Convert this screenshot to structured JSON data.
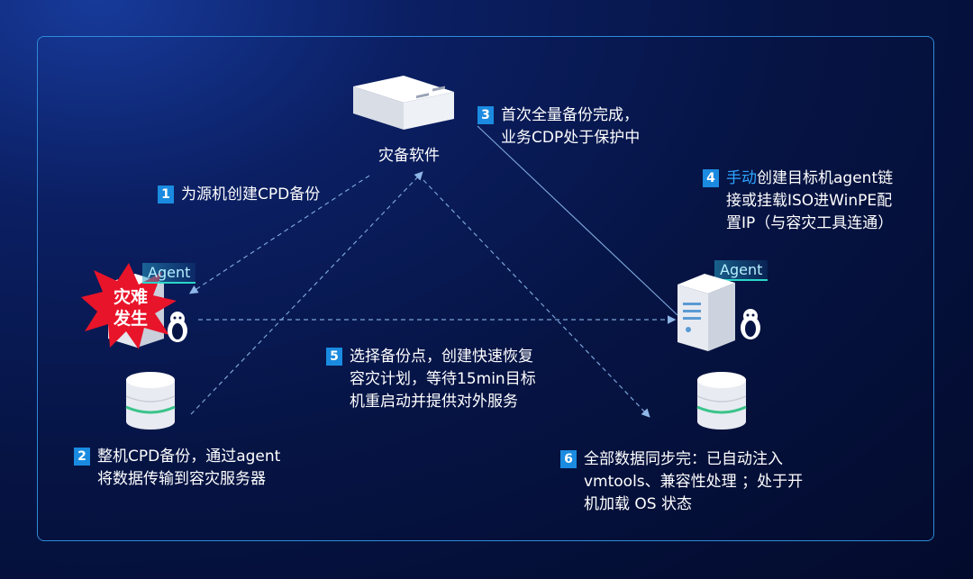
{
  "software": {
    "label": "灾备软件"
  },
  "source": {
    "agent": "Agent",
    "burst": [
      "灾难",
      "发生"
    ]
  },
  "target": {
    "agent": "Agent"
  },
  "steps": [
    {
      "num": "1",
      "lines": [
        "为源机创建CPD备份"
      ]
    },
    {
      "num": "2",
      "lines": [
        "整机CPD备份，通过agent",
        "将数据传输到容灾服务器"
      ]
    },
    {
      "num": "3",
      "lines": [
        "首次全量备份完成，",
        "业务CDP处于保护中"
      ]
    },
    {
      "num": "4",
      "accent": "手动",
      "lines": [
        "创建目标机agent链",
        "接或挂载ISO进WinPE配",
        "置IP（与容灾工具连通）"
      ]
    },
    {
      "num": "5",
      "lines": [
        "选择备份点，创建快速恢复",
        "容灾计划，等待15min目标",
        "机重启动并提供对外服务"
      ]
    },
    {
      "num": "6",
      "lines": [
        "全部数据同步完：已自动注入",
        "vmtools、兼容性处理 ；处于开",
        "机加载 OS 状态"
      ]
    }
  ],
  "colors": {
    "accent": "#1a8be0",
    "frame": "#2e8bd8",
    "burst": "#e8142a",
    "agent": "#2ad6c8"
  }
}
